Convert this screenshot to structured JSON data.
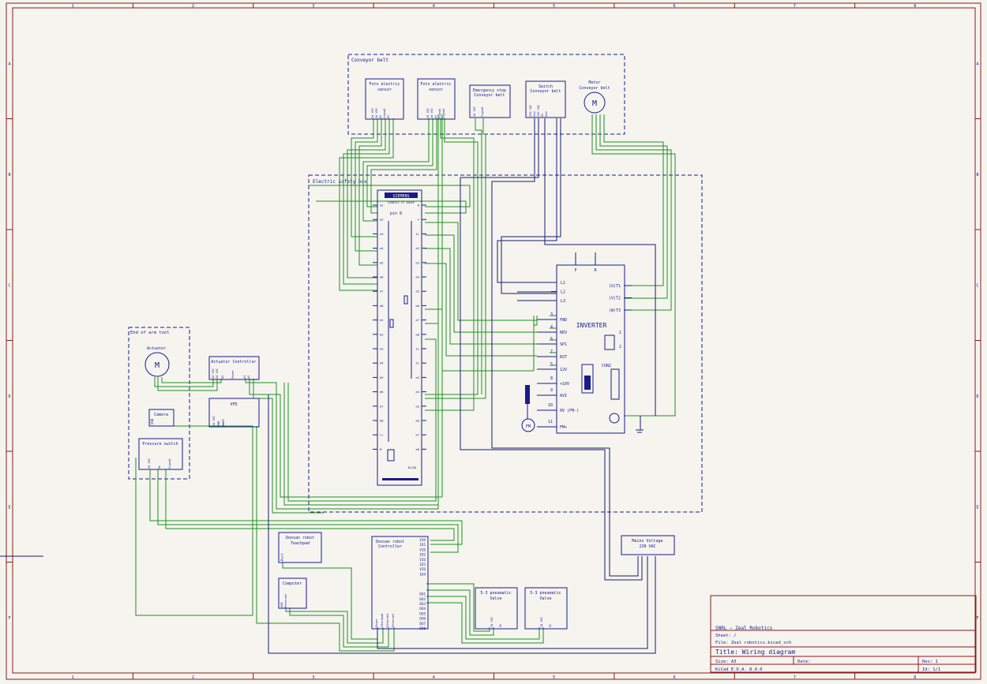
{
  "frame": {
    "columns": [
      "1",
      "2",
      "3",
      "4",
      "5",
      "6",
      "7",
      "8"
    ],
    "rows": [
      "A",
      "B",
      "C",
      "D",
      "E",
      "F"
    ]
  },
  "colors": {
    "frame": "#8b1a1a",
    "component": "#1a1a8c",
    "wire": "#1f8f1f",
    "bus": "#1a1a6c",
    "background": "#f5f4ef"
  },
  "groups": {
    "conveyor": "Conveyor belt",
    "electric_box": "Electric safety box",
    "eoat": "End of arm tool"
  },
  "conveyor": {
    "sensor1": {
      "title_l1": "Foto electric",
      "title_l2": "sensor",
      "pins": [
        "24 VDC",
        "24 VDC",
        "0V",
        "Signal",
        "0V"
      ]
    },
    "sensor2": {
      "title_l1": "Foto electric",
      "title_l2": "sensor",
      "pins": [
        "24 VDC",
        "24 VDC",
        "0V",
        "Signal",
        "Signal"
      ]
    },
    "estop": {
      "title_l1": "Emergency stop",
      "title_l2": "Conveyor belt",
      "pins": [
        "24 VDC",
        "Signal"
      ]
    },
    "switch": {
      "title_l1": "Switch",
      "title_l2": "Conveyor belt",
      "pins": [
        "230 VAC",
        "Gnd",
        "230 VAC",
        "0V",
        "Gnd"
      ]
    },
    "motor": {
      "title_l1": "Motor",
      "title_l2": "Conveyor belt",
      "symbol": "M"
    }
  },
  "plc": {
    "brand": "SIEMENS",
    "model": "SIMATIC ET 200SP",
    "slot": "pin 8",
    "left_pins": [
      "a1",
      "a2",
      "a3",
      "a4",
      "a5",
      "a6",
      "a7",
      "a8",
      "b1",
      "b2",
      "b3",
      "b4",
      "b5",
      "b6",
      "b7",
      "b8",
      "L+",
      "M"
    ],
    "right_pins": [
      "8",
      "n",
      "1L",
      "a2",
      "a3",
      "a4",
      "a5",
      "a6",
      "a7",
      "a8",
      "1L",
      "2L",
      "a3",
      "a4",
      "a5",
      "a6",
      "a7",
      "a8"
    ],
    "bottom_label": "DI/DQ"
  },
  "inverter": {
    "title": "INVERTER",
    "top_pins": [
      "P",
      "R"
    ],
    "inputs": [
      "L1",
      "L2",
      "L3"
    ],
    "outputs": [
      "(U)T1",
      "(V)T2",
      "(W)T3"
    ],
    "terminals": [
      {
        "num": "3",
        "name": "FWD"
      },
      {
        "num": "4",
        "name": "REV"
      },
      {
        "num": "6",
        "name": "SP1"
      },
      {
        "num": "7",
        "name": "RST"
      },
      {
        "num": "5",
        "name": "12V"
      },
      {
        "num": "8",
        "name": "+10V"
      },
      {
        "num": "9",
        "name": "AVI"
      },
      {
        "num": "10",
        "name": "0V (FM-)"
      },
      {
        "num": "11",
        "name": "FM+"
      }
    ],
    "relay_pins": [
      "1",
      "2"
    ],
    "con_label": "CON2",
    "fm_label": "FM"
  },
  "eoat": {
    "actuator": {
      "title": "Actuator",
      "symbol": "M"
    },
    "camera": {
      "title": "Camera",
      "pin": "USB"
    },
    "pressure": {
      "title": "Pressure switch",
      "pins": [
        "24 VDC",
        "0V",
        "Signal"
      ]
    }
  },
  "actuator_controller": {
    "title": "Actuator Controller",
    "pins": [
      "24 VDC",
      "24 VDC",
      "A2",
      "Power",
      "A1",
      "A2"
    ]
  },
  "vfd": {
    "title": "VFD",
    "pins": [
      "24 VDC",
      "PWR",
      "BWR9"
    ]
  },
  "teachpad": {
    "title_l1": "Doosan robot",
    "title_l2": "Teachpad",
    "pin": "Port"
  },
  "computer": {
    "title": "Computer",
    "pins": [
      "USB",
      "Ethernet"
    ]
  },
  "robot_controller": {
    "title_l1": "Doosan robot",
    "title_l2": "Controller",
    "right_pins": [
      "VIO",
      "ID1",
      "VIO",
      "ID2",
      "VIO",
      "ID3",
      "VIO",
      "ID4",
      "DO1",
      "DO2",
      "DO3",
      "DO4",
      "DO5",
      "DO6",
      "DO7",
      "DO8"
    ],
    "bottom_pins": [
      "Power",
      "Teachpad",
      "Ethernet",
      "Ethernet"
    ]
  },
  "valve1": {
    "title_l1": "5-3 pneumatic",
    "title_l2": "Valve",
    "pins": [
      "24 VDC",
      "0V"
    ]
  },
  "valve2": {
    "title_l1": "5-3 pneumatic",
    "title_l2": "Valve",
    "pins": [
      "24 VDC",
      "0V"
    ]
  },
  "mains": {
    "title_l1": "Mains Voltage",
    "title_l2": "230 VAC"
  },
  "title_block": {
    "company": "SNRL – Zeal Robotics",
    "sheet": "Sheet: /",
    "file": "File: Zeal robotics.kicad_sch",
    "title": "Title: Wiring diagram",
    "size": "Size: A3",
    "date": "Date:",
    "rev": "Rev: 1",
    "tool": "KiCad E.D.A. 8.0.6",
    "id": "Id: 1/1"
  }
}
